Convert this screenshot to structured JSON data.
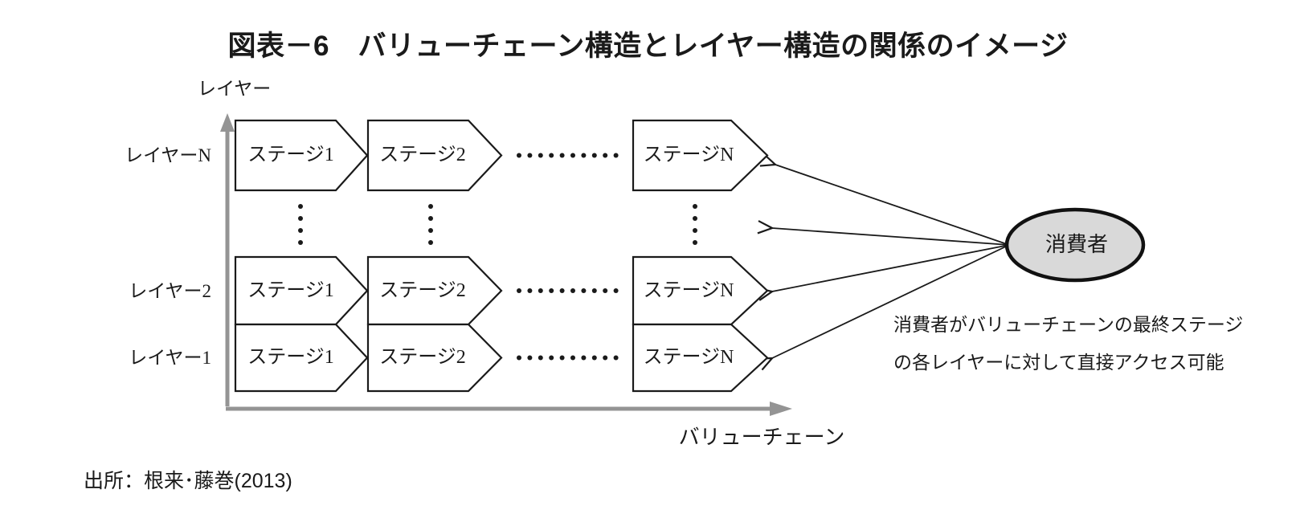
{
  "title": "図表－6　バリューチェーン構造とレイヤー構造の関係のイメージ",
  "axes": {
    "y_label": "レイヤー",
    "x_label": "バリューチェーン"
  },
  "rows": [
    {
      "label": "レイヤーN",
      "stages": [
        "ステージ1",
        "ステージ2",
        "ステージN"
      ]
    },
    {
      "label": "レイヤー2",
      "stages": [
        "ステージ1",
        "ステージ2",
        "ステージN"
      ]
    },
    {
      "label": "レイヤー1",
      "stages": [
        "ステージ1",
        "ステージ2",
        "ステージN"
      ]
    }
  ],
  "ellipsis": {
    "horizontal": "・・・・・・・・・・",
    "vertical": "・・・・"
  },
  "consumer": {
    "label": "消費者"
  },
  "annotation": {
    "line1": "消費者がバリューチェーンの最終ステージ",
    "line2": "の各レイヤーに対して直接アクセス可能"
  },
  "source": "出所：根来･藤巻(2013)",
  "colors": {
    "axis": "#949494",
    "shape_stroke": "#1a1a1a",
    "consumer_fill": "#d9d9d9"
  }
}
